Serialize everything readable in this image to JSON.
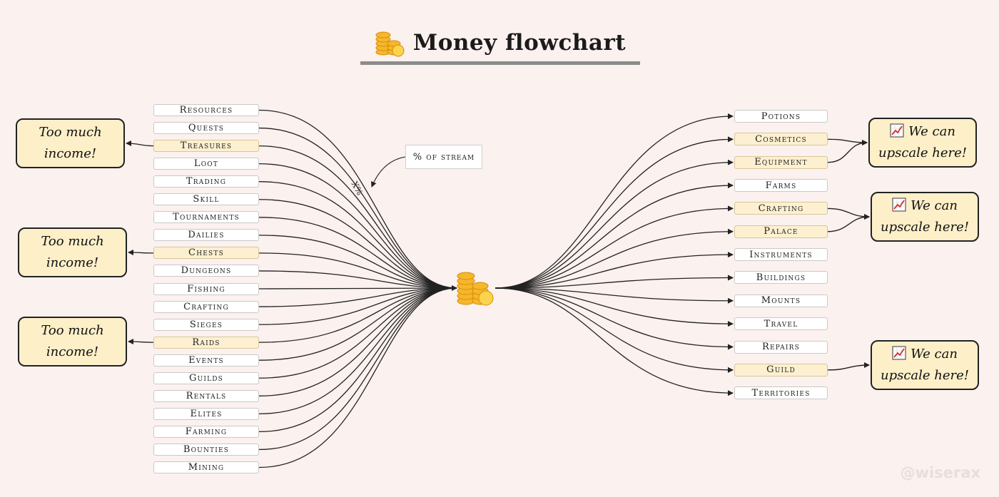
{
  "title": {
    "text": "Money flowchart",
    "icon": "coin-stack-icon"
  },
  "hub": {
    "icon": "coin-stack-icon"
  },
  "sources": [
    {
      "label": "Resources",
      "highlight": false
    },
    {
      "label": "Quests",
      "highlight": false
    },
    {
      "label": "Treasures",
      "highlight": true
    },
    {
      "label": "Loot",
      "highlight": false
    },
    {
      "label": "Trading",
      "highlight": false
    },
    {
      "label": "Skill",
      "highlight": false
    },
    {
      "label": "Tournaments",
      "highlight": false
    },
    {
      "label": "Dailies",
      "highlight": false
    },
    {
      "label": "Chests",
      "highlight": true
    },
    {
      "label": "Dungeons",
      "highlight": false
    },
    {
      "label": "Fishing",
      "highlight": false
    },
    {
      "label": "Crafting",
      "highlight": false
    },
    {
      "label": "Sieges",
      "highlight": false
    },
    {
      "label": "Raids",
      "highlight": true
    },
    {
      "label": "Events",
      "highlight": false
    },
    {
      "label": "Guilds",
      "highlight": false
    },
    {
      "label": "Rentals",
      "highlight": false
    },
    {
      "label": "Elites",
      "highlight": false
    },
    {
      "label": "Farming",
      "highlight": false
    },
    {
      "label": "Bounties",
      "highlight": false
    },
    {
      "label": "Mining",
      "highlight": false
    }
  ],
  "sinks": [
    {
      "label": "Potions",
      "highlight": false
    },
    {
      "label": "Cosmetics",
      "highlight": true
    },
    {
      "label": "Equipment",
      "highlight": true
    },
    {
      "label": "Farms",
      "highlight": false
    },
    {
      "label": "Crafting",
      "highlight": true
    },
    {
      "label": "Palace",
      "highlight": true
    },
    {
      "label": "Instruments",
      "highlight": false
    },
    {
      "label": "Buildings",
      "highlight": false
    },
    {
      "label": "Mounts",
      "highlight": false
    },
    {
      "label": "Travel",
      "highlight": false
    },
    {
      "label": "Repairs",
      "highlight": false
    },
    {
      "label": "Guild",
      "highlight": true
    },
    {
      "label": "Territories",
      "highlight": false
    }
  ],
  "callouts_left": [
    {
      "line1": "Too much",
      "line2": "income!"
    },
    {
      "line1": "Too much",
      "line2": "income!"
    },
    {
      "line1": "Too much",
      "line2": "income!"
    }
  ],
  "callouts_right": [
    {
      "line1": "We can",
      "line2": "upscale here!",
      "icon": "chart-increasing-icon"
    },
    {
      "line1": "We can",
      "line2": "upscale here!",
      "icon": "chart-increasing-icon"
    },
    {
      "line1": "We can",
      "line2": "upscale here!",
      "icon": "chart-increasing-icon"
    }
  ],
  "annotation": {
    "label": "% of stream",
    "edge_label": "X%"
  },
  "watermark": "@wiserax",
  "colors": {
    "background": "#fbf1ef",
    "highlight": "#fcf0d0",
    "callout": "#fdefc8",
    "line": "#222222"
  }
}
